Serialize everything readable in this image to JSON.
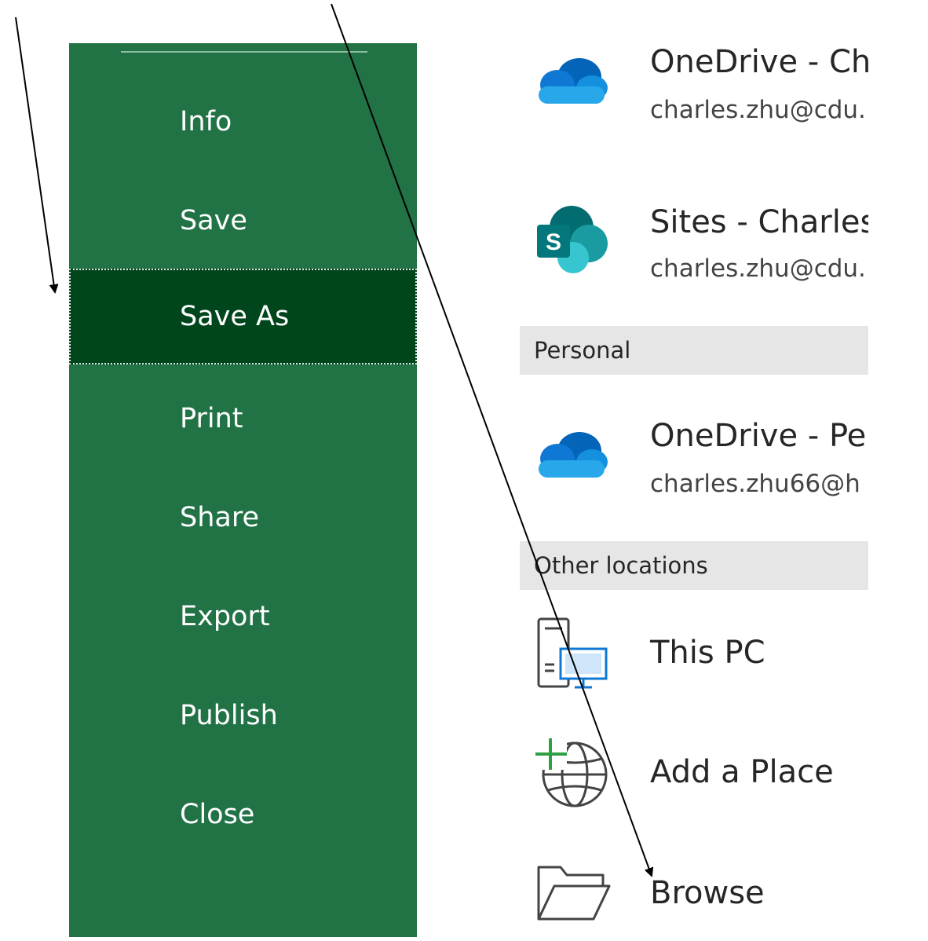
{
  "nav": {
    "items": [
      {
        "label": "Info",
        "selected": false
      },
      {
        "label": "Save",
        "selected": false
      },
      {
        "label": "Save As",
        "selected": true
      },
      {
        "label": "Print",
        "selected": false
      },
      {
        "label": "Share",
        "selected": false
      },
      {
        "label": "Export",
        "selected": false
      },
      {
        "label": "Publish",
        "selected": false
      },
      {
        "label": "Close",
        "selected": false
      }
    ]
  },
  "locations": {
    "onedrive_org": {
      "title": "OneDrive - Ch",
      "subtitle": "charles.zhu@cdu.",
      "icon": "onedrive-cloud-icon"
    },
    "sites": {
      "title": "Sites - Charles",
      "subtitle": "charles.zhu@cdu.",
      "icon": "sharepoint-icon"
    },
    "personal_header": "Personal",
    "onedrive_personal": {
      "title": "OneDrive - Per",
      "subtitle": "charles.zhu66@h",
      "icon": "onedrive-cloud-icon"
    },
    "other_header": "Other locations",
    "this_pc": {
      "title": "This PC",
      "icon": "computer-icon"
    },
    "add_place": {
      "title": "Add a Place",
      "icon": "globe-add-icon"
    },
    "browse": {
      "title": "Browse",
      "icon": "folder-icon"
    }
  },
  "colors": {
    "nav_bg": "#217346",
    "nav_selected": "#00461c",
    "section_header_bg": "#e6e6e6",
    "onedrive_blue": "#0f78d4",
    "sharepoint_teal": "#03787c"
  }
}
